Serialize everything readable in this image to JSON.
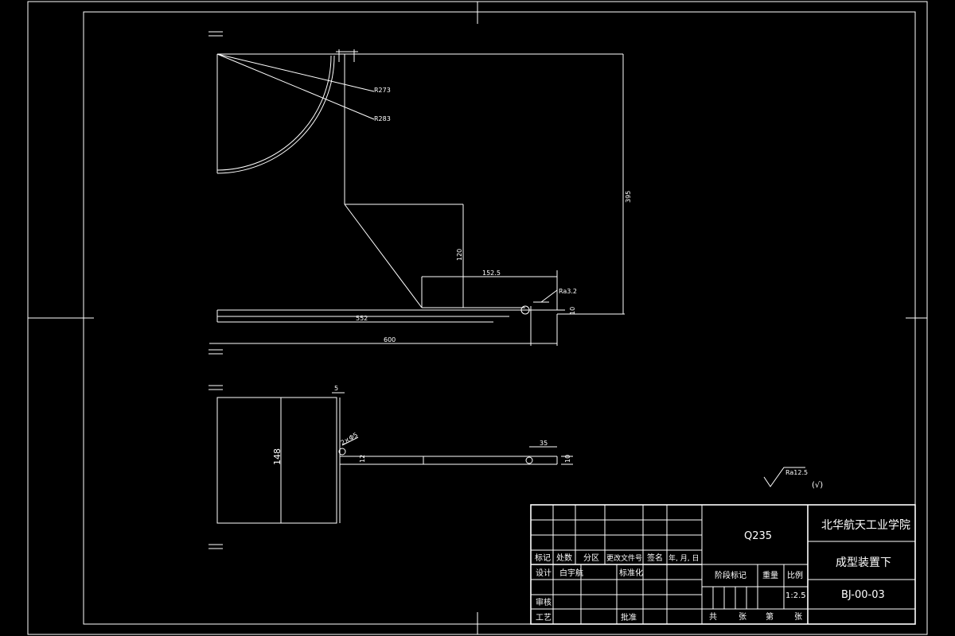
{
  "drawing": {
    "school": "北华航天工业学院",
    "part_name": "成型装置下",
    "drawing_no": "BJ-00-03",
    "material": "Q235",
    "scale": "1:2.5",
    "surface_roughness": "Ra12.5",
    "roughness_note": "(√)"
  },
  "title_block": {
    "row_labels": [
      "标记",
      "处数",
      "分区",
      "更改文件号",
      "签名",
      "年, 月, 日"
    ],
    "design": "设计",
    "designer": "白宇航",
    "standardize": "标准化",
    "review": "审核",
    "process": "工艺",
    "approve": "批准",
    "stage_mark": "阶段标记",
    "weight": "重量",
    "ratio": "比例",
    "total": "共",
    "sheets": "张",
    "nth": "第",
    "sheet": "张"
  },
  "dimensions": {
    "r1": "R273",
    "r2": "R283",
    "height_total": "395",
    "step_height": "120",
    "step_width": "152.5",
    "roughness_mark": "Ra3.2",
    "gap": "10",
    "len1": "552",
    "len2": "600",
    "side_height": "148",
    "plate_thk": "5",
    "hole": "2×Φ5",
    "hole_pos": "35",
    "thk": "10",
    "small": "12"
  }
}
